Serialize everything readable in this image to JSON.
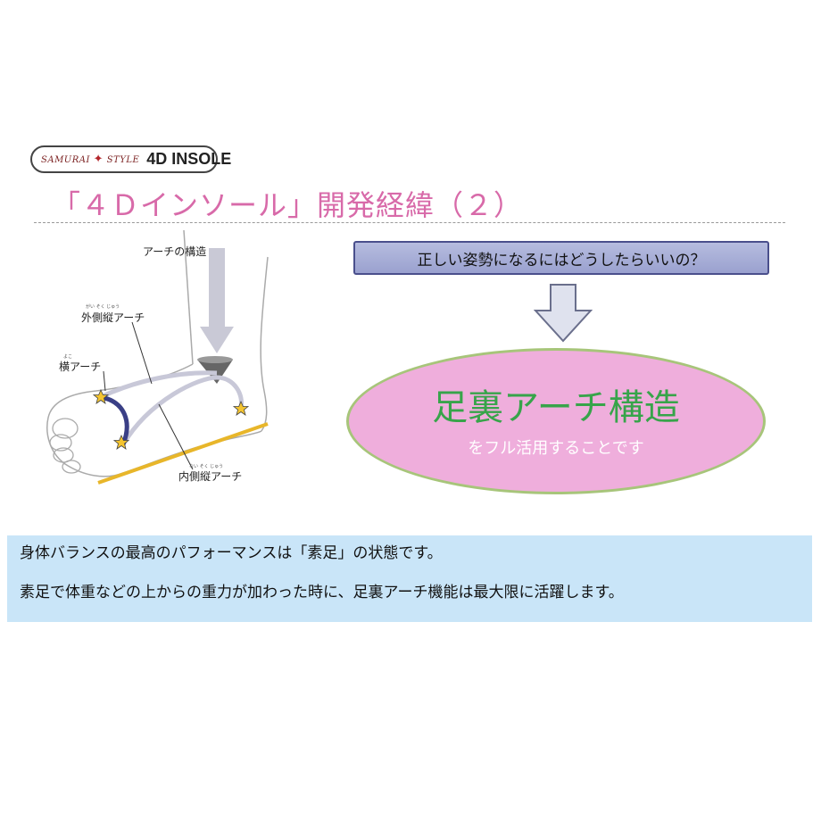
{
  "header": {
    "logo_text": "SAMURAI STYLE",
    "badge_text": "4D INSOLE",
    "title": "「４Ｄインソール」開発経緯（２）"
  },
  "illustration": {
    "labels": {
      "arch_structure": "アーチの構造",
      "lateral_arch_ruby": "がい そく じゅう",
      "lateral_arch": "外側縦アーチ",
      "transverse_arch_ruby": "よこ",
      "transverse_arch": "横アーチ",
      "medial_arch_ruby": "ない そく じゅう",
      "medial_arch": "内側縦アーチ"
    },
    "icons": [
      "down-arrow-icon",
      "star-icon"
    ]
  },
  "question": {
    "text": "正しい姿勢になるにはどうしたらいいの？"
  },
  "arch_callout": {
    "title": "足裏アーチ構造",
    "subtitle": "をフル活用することです"
  },
  "info": {
    "line1": "身体バランスの最高のパフォーマンスは「素足」の状態です。",
    "line2": "素足で体重などの上からの重力が加わった時に、足裏アーチ機能は最大限に活躍します。"
  },
  "colors": {
    "title_pink": "#d86aa9",
    "question_bg": "#9aa1cf",
    "ellipse_bg": "#efaedc",
    "ellipse_border": "#a7c57a",
    "callout_green": "#37a44a",
    "info_bg": "#c9e5f8",
    "star_yellow": "#f4c430",
    "floor_yellow": "#e8b62a"
  }
}
